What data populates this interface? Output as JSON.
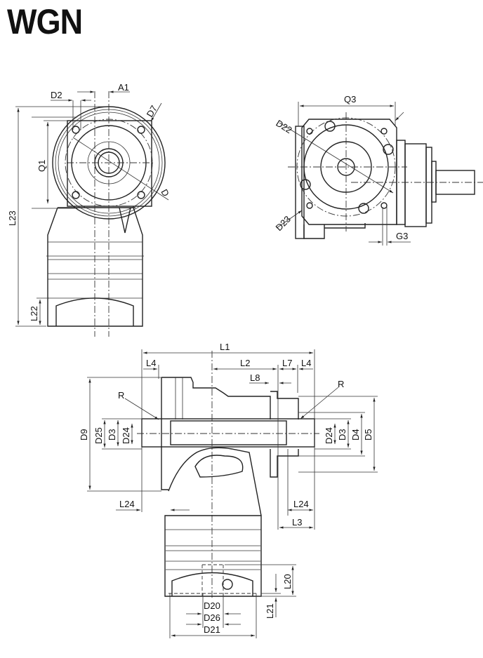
{
  "title": "WGN",
  "side_view": {
    "labels": {
      "d2": "D2",
      "a1": "A1",
      "d7": "D7",
      "d": "D",
      "q1": "Q1",
      "l23": "L23",
      "l22": "L22"
    }
  },
  "front_view": {
    "labels": {
      "q3": "Q3",
      "d22": "D22",
      "d23": "D23",
      "g3": "G3"
    }
  },
  "top_view": {
    "labels": {
      "l1": "L1",
      "l4_left": "L4",
      "l2": "L2",
      "l7": "L7",
      "l4_right": "L4",
      "l8": "L8",
      "r_left": "R",
      "r_right": "R",
      "d9": "D9",
      "d25": "D25",
      "d3_left": "D3",
      "d24_left": "D24",
      "d24_right": "D24",
      "d3_right": "D3",
      "d4": "D4",
      "d5": "D5",
      "l24_left": "L24",
      "l24_right": "L24",
      "l3": "L3",
      "l20": "L20",
      "l21": "L21",
      "d20": "D20",
      "d26": "D26",
      "d21": "D21"
    }
  }
}
